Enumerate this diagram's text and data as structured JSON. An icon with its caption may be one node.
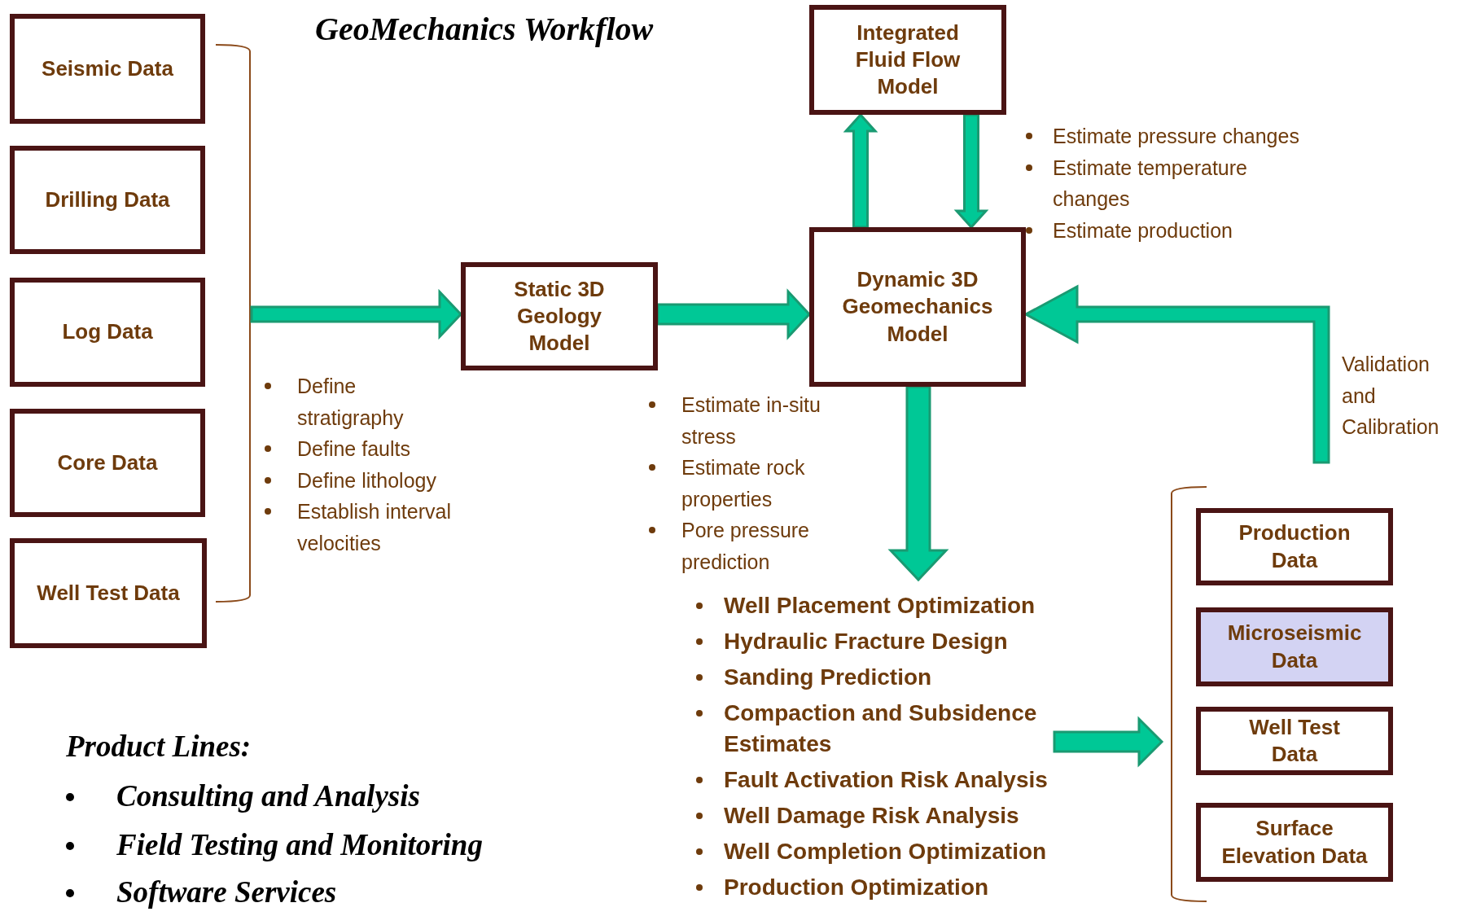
{
  "diagram": {
    "title": "GeoMechanics Workflow",
    "nodes": [
      {
        "text": [
          "Seismic Data"
        ]
      },
      {
        "text": [
          "Drilling Data"
        ]
      },
      {
        "text": [
          "Log Data"
        ]
      },
      {
        "text": [
          "Core Data"
        ]
      },
      {
        "text": [
          "Well Test Data"
        ]
      },
      {
        "text": [
          "Static 3D Geology Model"
        ],
        "beside": [
          "Define stratigraphy",
          "Define faults",
          "Define lithology",
          "Establish interval velocities"
        ]
      },
      {
        "text": [
          "Dynamic 3D Geomechanics Model"
        ],
        "beside": [
          "Estimate in-situ stress",
          "Estimate  rock properties",
          "Pore pressure prediction"
        ]
      },
      {
        "text": [
          "Integrated Fluid  Flow Model"
        ],
        "beside": [
          "Estimate pressure changes",
          "Estimate temperature changes",
          "Estimate production"
        ]
      },
      {
        "text": [
          "Production Data"
        ]
      },
      {
        "text": [
          "Microseismic Data"
        ]
      },
      {
        "text": [
          "Well Test Data"
        ]
      },
      {
        "text": [
          "Surface Elevation Data"
        ]
      },
      {
        "text": [
          "Well Placement Optimization",
          "Hydraulic Fracture Design",
          "Sanding Prediction",
          "Compaction and Subsidence Estimates",
          "Fault Activation Risk Analysis",
          "Well Damage Risk Analysis",
          "Well Completion Optimization",
          "Production Optimization"
        ]
      }
    ],
    "edges": [
      {
        "from": null,
        "to": 5,
        "arrow": "to"
      },
      {
        "from": 5,
        "to": 6,
        "arrow": "to"
      },
      {
        "from": 6,
        "to": 7,
        "arrow": "to"
      },
      {
        "from": 7,
        "to": 6,
        "arrow": "to"
      },
      {
        "from": null,
        "to": 6,
        "arrow": "to"
      },
      {
        "from": 6,
        "to": 12,
        "arrow": "to"
      },
      {
        "from": 12,
        "to": null,
        "arrow": "to"
      }
    ],
    "labels": [
      "Validation and Calibration",
      "Product Lines:",
      "Consulting and Analysis",
      "Field Testing and Monitoring",
      "Software Services"
    ]
  }
}
